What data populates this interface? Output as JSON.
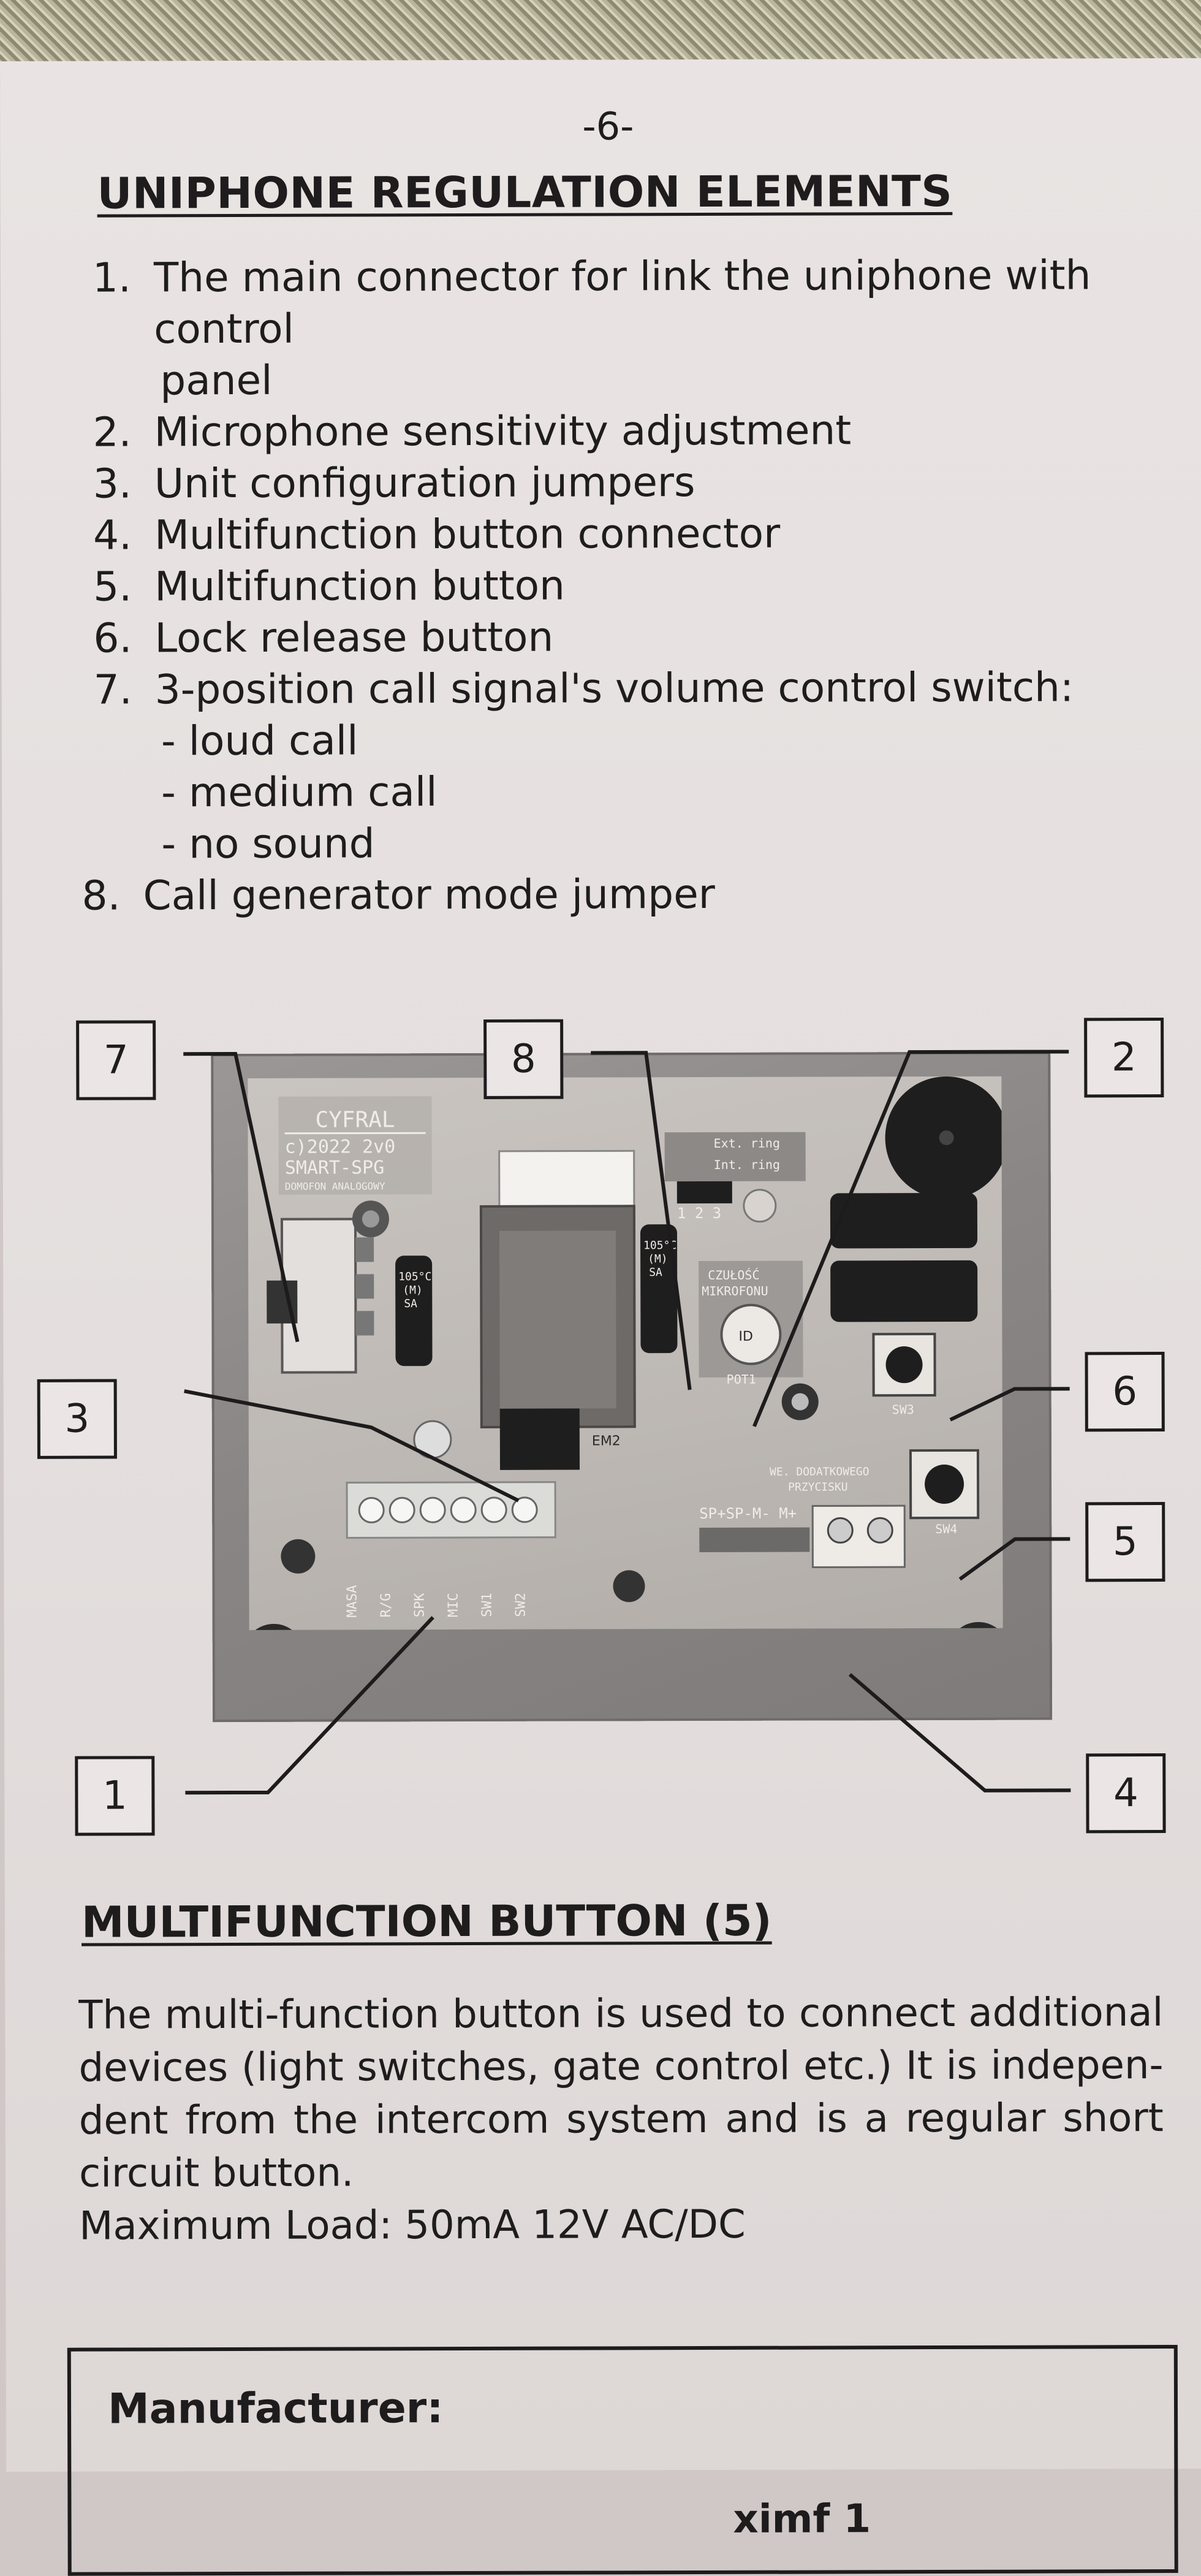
{
  "page": {
    "number": "-6-"
  },
  "section1": {
    "title": "UNIPHONE REGULATION ELEMENTS",
    "items": [
      {
        "num": "1.",
        "text": "The main connector for link the uniphone with control",
        "cont": "panel"
      },
      {
        "num": "2.",
        "text": "Microphone sensitivity adjustment"
      },
      {
        "num": "3.",
        "text": "Unit configuration jumpers"
      },
      {
        "num": "4.",
        "text": "Multifunction button connector"
      },
      {
        "num": "5.",
        "text": "Multifunction button"
      },
      {
        "num": "6.",
        "text": "Lock release button"
      },
      {
        "num": "7.",
        "text": "3-position call signal's volume control switch:"
      }
    ],
    "sub_items": [
      "- loud call",
      "- medium call",
      "- no sound"
    ],
    "item8": {
      "num": "8.",
      "text": "Call generator mode jumper"
    }
  },
  "figure": {
    "callouts": [
      "7",
      "8",
      "2",
      "3",
      "6",
      "5",
      "1",
      "4"
    ],
    "board_text": {
      "brand": "CYFRAL",
      "year": "c)2022 2v0",
      "model": "SMART-SPG",
      "sub": "DOMOFON ANALOGOWY",
      "jumper_labels": [
        "Ext. ring",
        "Int. ring"
      ],
      "jumper_pins": "1 2 3",
      "mic_label": "CZUŁOŚĆ",
      "mic_label2": "MIKROFONU",
      "pot_label": "POT1",
      "cap_text": [
        "105°C",
        "(M)",
        "SA"
      ],
      "sw3": "SW3",
      "sw4": "SW4",
      "ext_label": "WE. DODATKOWEGO",
      "ext_label2": "PRZYCISKU",
      "sp_label": "SP+SP-M- M+",
      "em2": "EM2",
      "terminals": [
        "MASA",
        "R/G",
        "SPK",
        "MIC",
        "SW1",
        "SW2"
      ]
    }
  },
  "section2": {
    "title": "MULTIFUNCTION BUTTON (5)",
    "paragraph": "The multi-function button is used to connect additional devices (light switches, gate control etc.) It is indepen- dent from the intercom system and is a regular short circuit button.",
    "max_load": "Maximum Load: 50mA 12V AC/DC"
  },
  "section3": {
    "title": "Manufacturer:",
    "cut_text": "ximf 1"
  }
}
